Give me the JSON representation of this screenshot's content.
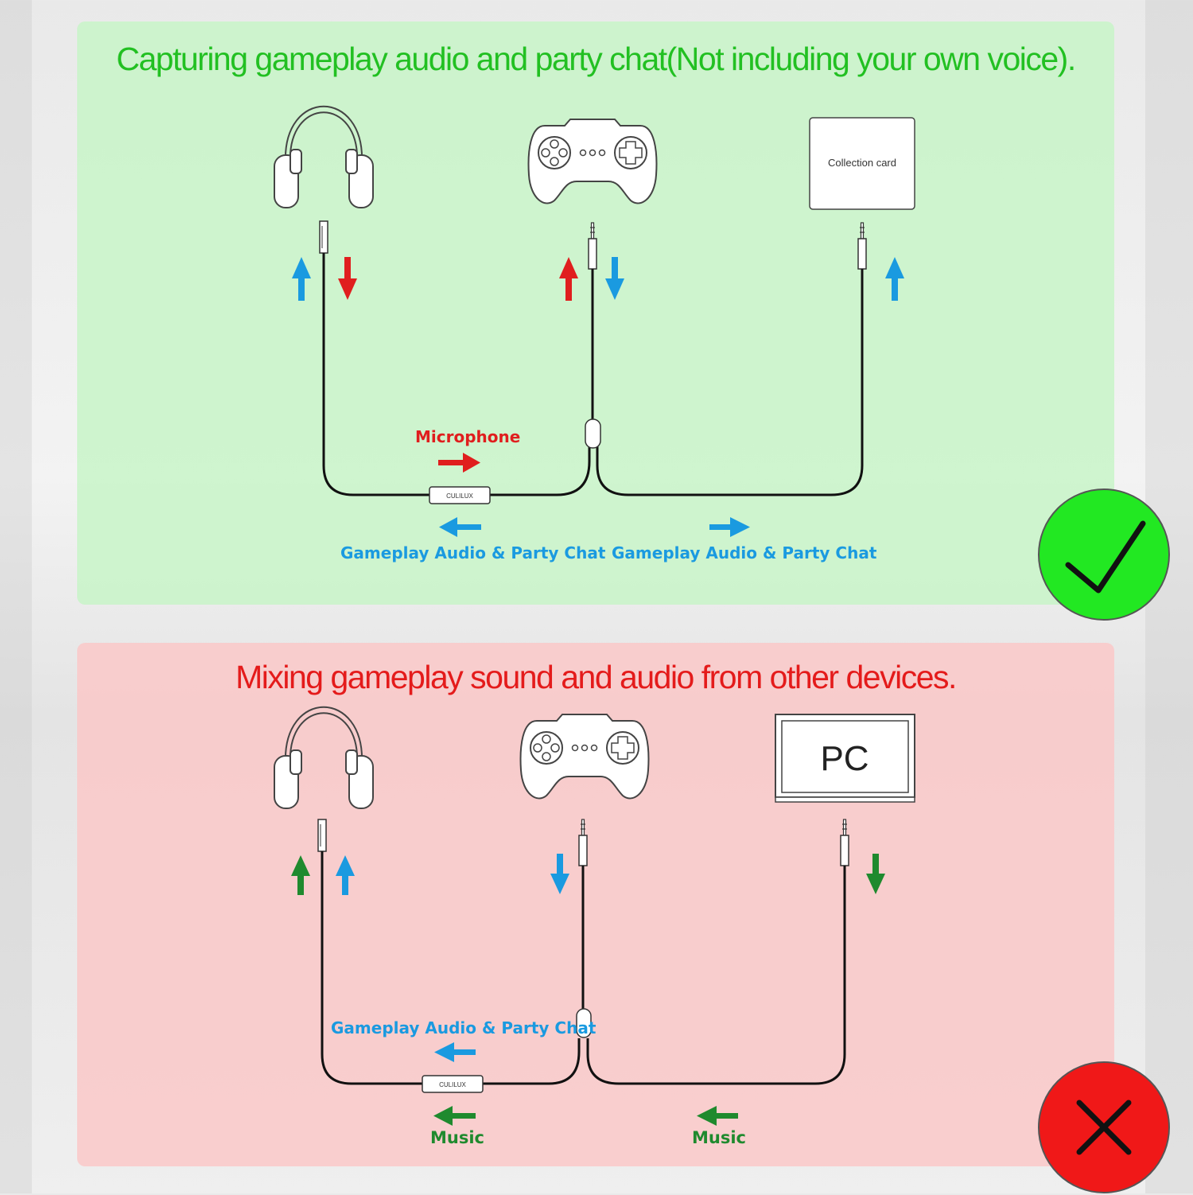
{
  "colors": {
    "success_panel": "#c8f5c8",
    "error_panel": "#fac8c8",
    "success_title": "#22c022",
    "error_title": "#e41b1b",
    "blue_arrow": "#1a9ae0",
    "red_arrow": "#e01e1e",
    "green_arrow": "#1f8a2e",
    "check_badge": "#22e822",
    "cross_badge": "#f01818"
  },
  "good": {
    "title": "Capturing gameplay audio and party chat(Not including your own voice).",
    "collection_card": "Collection card",
    "splitter_brand": "CULILUX",
    "mic_label": "Microphone",
    "left_label": "Gameplay Audio & Party Chat",
    "right_label": "Gameplay Audio & Party Chat",
    "badge_icon": "check-mark-icon"
  },
  "bad": {
    "title": "Mixing gameplay sound and audio from other devices.",
    "pc_label": "PC",
    "splitter_brand": "CULILUX",
    "upper_label": "Gameplay Audio & Party Chat",
    "left_music": "Music",
    "right_music": "Music",
    "badge_icon": "cross-mark-icon"
  }
}
